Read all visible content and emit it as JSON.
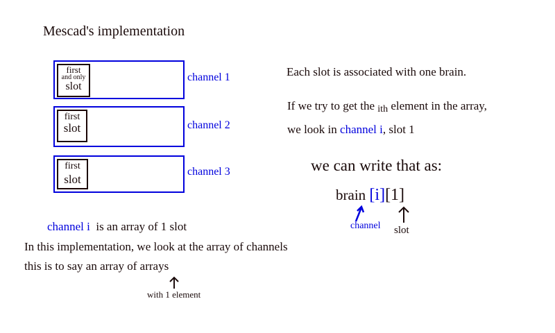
{
  "title": "Mescad's implementation",
  "channels": [
    {
      "label": "channel 1",
      "slot_lines": [
        "first",
        "and only",
        "slot"
      ]
    },
    {
      "label": "channel 2",
      "slot_lines": [
        "first",
        "slot"
      ]
    },
    {
      "label": "channel 3",
      "slot_lines": [
        "first",
        "slot"
      ]
    }
  ],
  "right": {
    "line1": "Each slot is associated with one brain.",
    "line2_pre": "If we try to get the ",
    "line2_sub": "ith",
    "line2_post": " element in the array,",
    "line3_pre": "we look in ",
    "line3_blue": "channel i",
    "line3_post": ", slot 1",
    "heading": "we can write that as:",
    "expr_brain": "brain ",
    "expr_i": "[i]",
    "expr_1": "[1]",
    "label_channel": "channel",
    "label_slot": "slot"
  },
  "bottom": {
    "line1_blue": "channel i",
    "line1_rest": "is an array of 1 slot",
    "line2": "In this implementation, we look at the array of channels",
    "line3": "this is to say an array of arrays",
    "note": "with 1 element"
  },
  "colors": {
    "blue": "#0000dd",
    "dark": "#1a0a0a"
  }
}
